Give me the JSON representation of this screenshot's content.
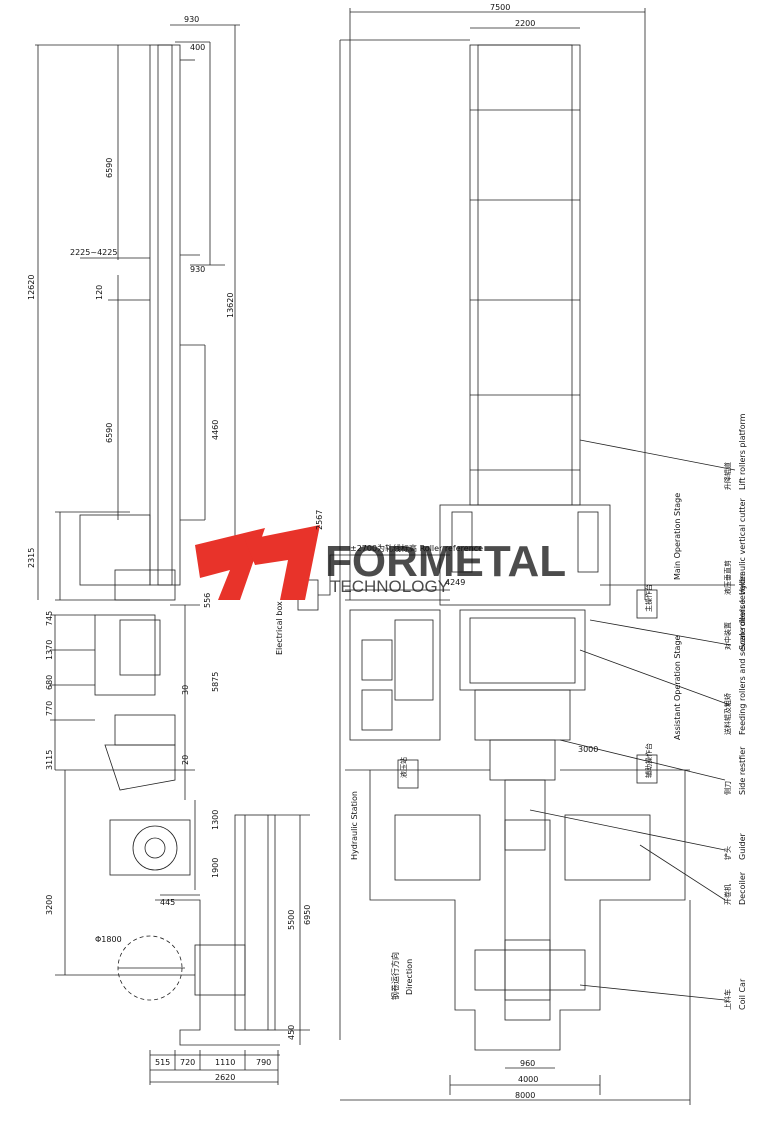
{
  "logo": {
    "brand_name": "FORMETAL",
    "brand_sub": "TECHNOLOGY",
    "colors": {
      "red": "#e8332a",
      "grey": "#b3b3b3"
    }
  },
  "left_view": {
    "dims": {
      "total_width_top": "930",
      "d400": "400",
      "d6590_top": "6590",
      "d12620_left": "12620",
      "d2225": "2225~4225",
      "d930_mid": "930",
      "d13620": "13620",
      "d120": "120",
      "d6590_bot": "6590",
      "d4460": "4460",
      "d2315": "2315",
      "d556": "556",
      "d745": "745",
      "d1370": "1370",
      "d680": "680",
      "d770": "770",
      "d5875": "5875",
      "d30": "30",
      "d20": "20",
      "d3115": "3115",
      "d1300": "1300",
      "d1900": "1900",
      "d445": "445",
      "d3200": "3200",
      "dphi1800": "Φ1800",
      "d5500": "5500",
      "d6950": "6950",
      "d450": "450",
      "b515": "515",
      "b720": "720",
      "b1110": "1110",
      "b790": "790",
      "b2620": "2620"
    }
  },
  "plan_view": {
    "dims": {
      "d7500": "7500",
      "d2200": "2200",
      "d2567": "2567",
      "d4249": "4249",
      "d3000": "3000",
      "d960": "960",
      "d4000": "4000",
      "d8000": "8000"
    },
    "texts": {
      "level_ref": "±2700为轧线标高 Roller reference",
      "hydraulic_cn": "液压站",
      "hydraulic_en": "Hydraulic Station",
      "electrical": "Electrical box",
      "cn_box1": "主操作台",
      "cn_box2": "辅助操作台",
      "direction_cn": "钢卷运行方向",
      "direction_en": "Direction",
      "main_op": "Main Operation Stage",
      "assist_op": "Assistant Operation Stage"
    },
    "callouts": [
      {
        "cn": "升降辊道",
        "en": "Lift rollers platform"
      },
      {
        "cn": "液压垂直剪",
        "en": "Hydraulic vertical cutter"
      },
      {
        "cn": "对中装置",
        "en": "Scale device"
      },
      {
        "cn": "送料辊及粗矫",
        "en": "Feeding rollers and seven rollers leveller"
      },
      {
        "cn": "侧刀",
        "en": "Side restfier"
      },
      {
        "cn": "铲头",
        "en": "Guider"
      },
      {
        "cn": "开卷机",
        "en": "Decoiler"
      },
      {
        "cn": "上料车",
        "en": "Coil Car"
      }
    ]
  }
}
